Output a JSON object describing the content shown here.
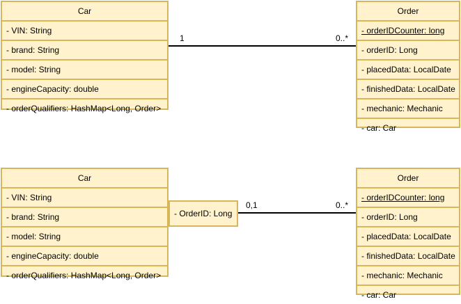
{
  "diagram_top": {
    "car": {
      "title": "Car",
      "attributes": [
        "- VIN: String",
        "- brand: String",
        "- model: String",
        "- engineCapacity: double",
        "- orderQualifiers: HashMap<Long, Order>"
      ]
    },
    "order": {
      "title": "Order",
      "attributes": [
        "- orderIDCounter: long",
        "- orderID: Long",
        "- placedData: LocalDate",
        "- finishedData: LocalDate",
        "- mechanic: Mechanic",
        "- car: Car"
      ]
    },
    "association": {
      "car_multiplicity": "1",
      "order_multiplicity": "0..*"
    }
  },
  "diagram_bottom": {
    "car": {
      "title": "Car",
      "attributes": [
        "- VIN: String",
        "- brand: String",
        "- model: String",
        "- engineCapacity: double",
        "- orderQualifiers: HashMap<Long, Order>"
      ]
    },
    "qualifier": {
      "label": "- OrderID: Long"
    },
    "order": {
      "title": "Order",
      "attributes": [
        "- orderIDCounter: long",
        "- orderID: Long",
        "- placedData: LocalDate",
        "- finishedData: LocalDate",
        "- mechanic: Mechanic",
        "- car: Car"
      ]
    },
    "association": {
      "car_multiplicity": "0,1",
      "order_multiplicity": "0..*"
    }
  },
  "colors": {
    "class_fill": "#fff2cc",
    "class_border": "#d6b656",
    "line": "#000000"
  }
}
